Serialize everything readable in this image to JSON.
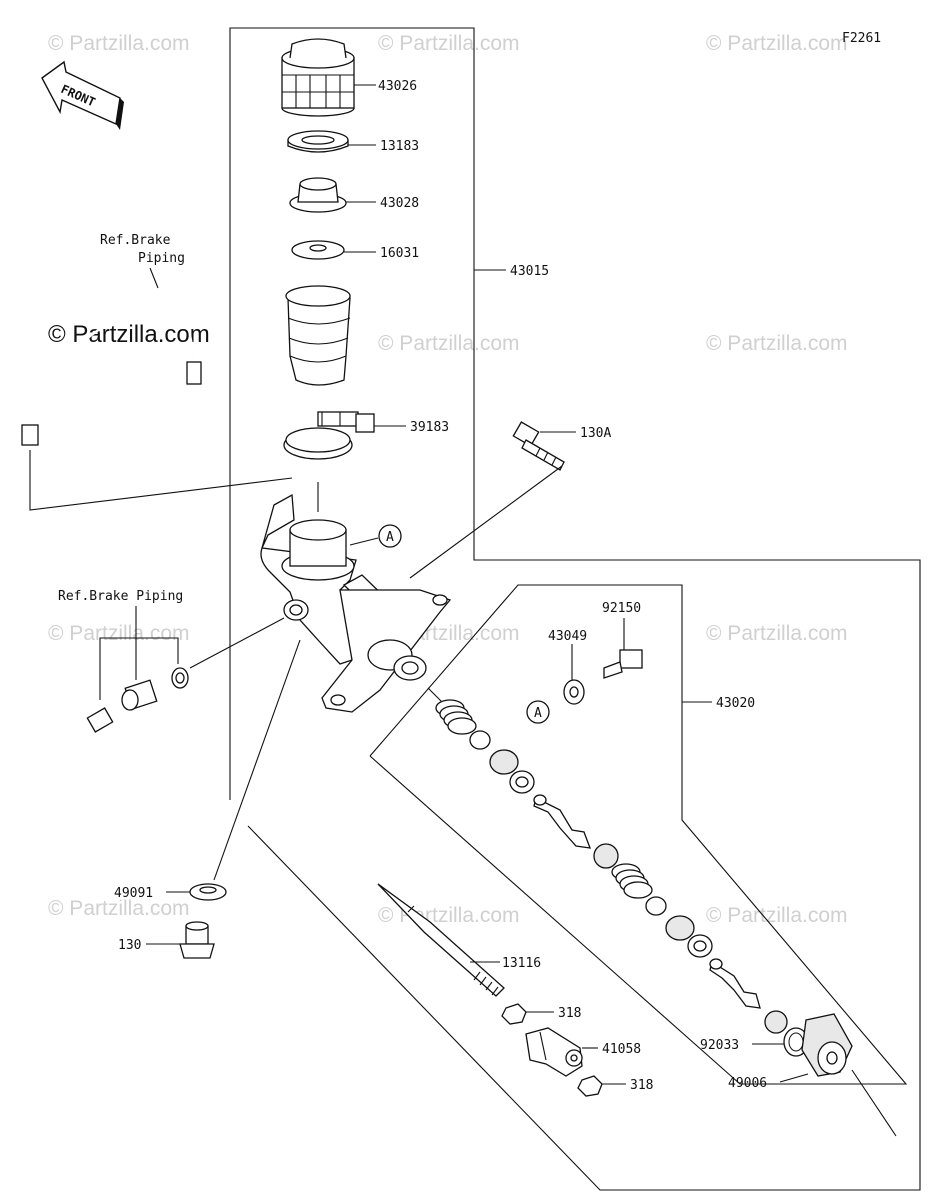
{
  "diagram_code": "F2261",
  "front_label": "FRONT",
  "watermark": "© Partzilla.com",
  "labels": {
    "p43026": "43026",
    "p13183": "13183",
    "p43028": "43028",
    "p16031": "16031",
    "p43015": "43015",
    "p39183": "39183",
    "p130A": "130A",
    "p92150": "92150",
    "p43049": "43049",
    "p43020": "43020",
    "p49091": "49091",
    "p130": "130",
    "p13116": "13116",
    "p318a": "318",
    "p41058": "41058",
    "p318b": "318",
    "p92033": "92033",
    "p49006": "49006",
    "refA1": "A",
    "refA2": "A"
  },
  "ref_brake_piping_1": [
    "Ref.Brake",
    "Piping"
  ],
  "ref_brake_piping_2": "Ref.Brake Piping"
}
